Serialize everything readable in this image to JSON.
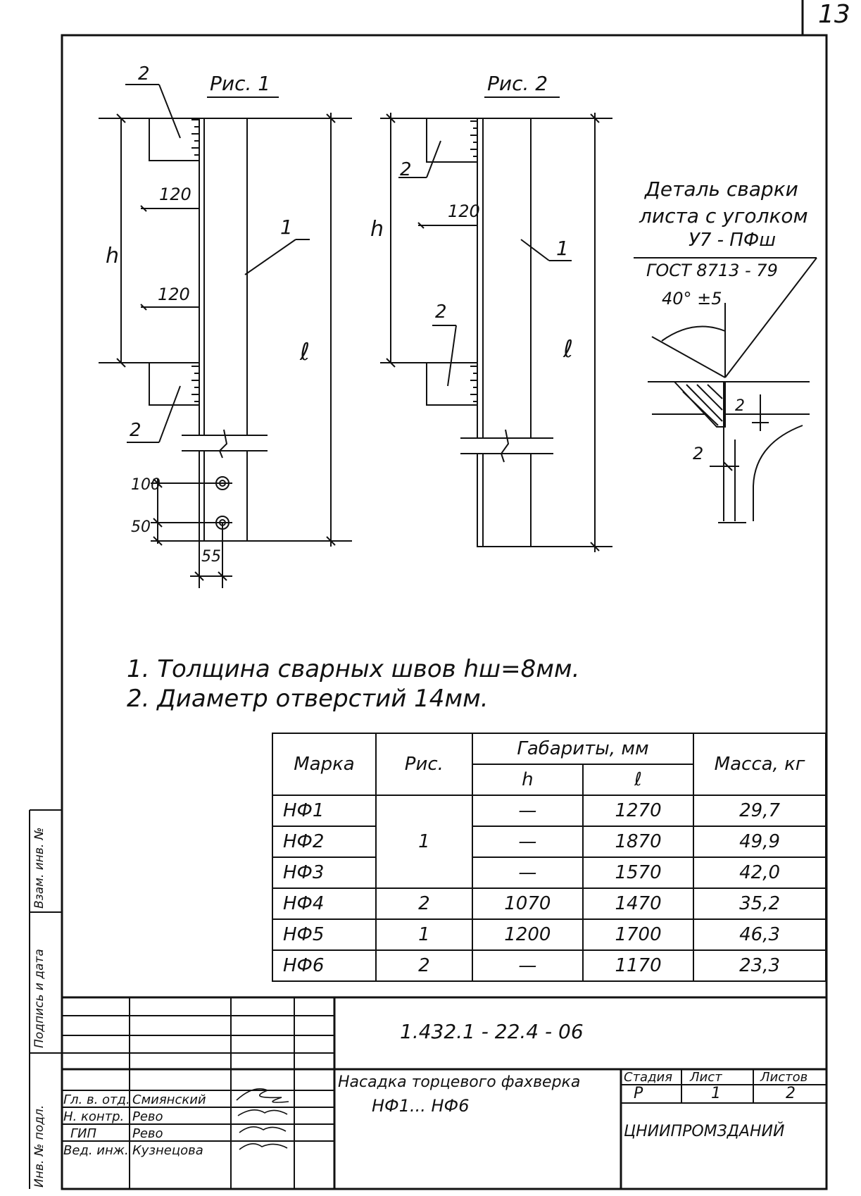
{
  "sheet_number": "13",
  "figures": {
    "fig1_title": "Рис. 1",
    "fig2_title": "Рис. 2",
    "dim_120": "120",
    "dim_h": "h",
    "dim_l": "ℓ",
    "dim_50": "50",
    "dim_100": "100",
    "dim_55": "55",
    "pos_1": "1",
    "pos_2": "2"
  },
  "weld_detail": {
    "title_line1": "Деталь сварки",
    "title_line2": "листа с уголком",
    "weld_code": "У7 - ПФш",
    "standard": "ГОСТ 8713 - 79",
    "angle": "40° ±5",
    "gap_2": "2"
  },
  "notes": [
    "1. Толщина  сварных  швов  hш=8мм.",
    "2. Диаметр  отверстий  14мм."
  ],
  "table": {
    "col_mark": "Марка",
    "col_fig": "Рис.",
    "col_dims": "Габариты, мм",
    "col_h": "h",
    "col_l": "ℓ",
    "col_mass": "Масса, кг",
    "rows": [
      {
        "mark": "НФ1",
        "fig": "",
        "h": "—",
        "l": "1270",
        "mass": "29,7"
      },
      {
        "mark": "НФ2",
        "fig": "",
        "h": "—",
        "l": "1870",
        "mass": "49,9"
      },
      {
        "mark": "НФ3",
        "fig": "",
        "h": "—",
        "l": "1570",
        "mass": "42,0"
      },
      {
        "mark": "НФ4",
        "fig": "2",
        "h": "1070",
        "l": "1470",
        "mass": "35,2"
      },
      {
        "mark": "НФ5",
        "fig": "1",
        "h": "1200",
        "l": "1700",
        "mass": "46,3"
      },
      {
        "mark": "НФ6",
        "fig": "2",
        "h": "—",
        "l": "1170",
        "mass": "23,3"
      }
    ],
    "fig_group_1_3": "1"
  },
  "title_block": {
    "doc_code": "1.432.1 - 22.4 - 06",
    "doc_title_line1": "Насадка торцевого фахверка",
    "doc_title_line2": "НФ1...  НФ6",
    "stage_label": "Стадия",
    "sheet_label": "Лист",
    "sheets_label": "Листов",
    "stage": "Р",
    "sheet": "1",
    "sheets": "2",
    "organization": "ЦНИИПРОМЗДАНИЙ",
    "people": [
      {
        "role": "Гл. в. отд.",
        "name": "Смиянский"
      },
      {
        "role": "Н. контр.",
        "name": "Рево"
      },
      {
        "role": "ГИП",
        "name": "Рево"
      },
      {
        "role": "Вед. инж.",
        "name": "Кузнецова"
      }
    ]
  },
  "sidebar": {
    "field1": "Инв. № подл.",
    "field2": "Подпись и дата",
    "field3": "Взам. инв. №"
  }
}
